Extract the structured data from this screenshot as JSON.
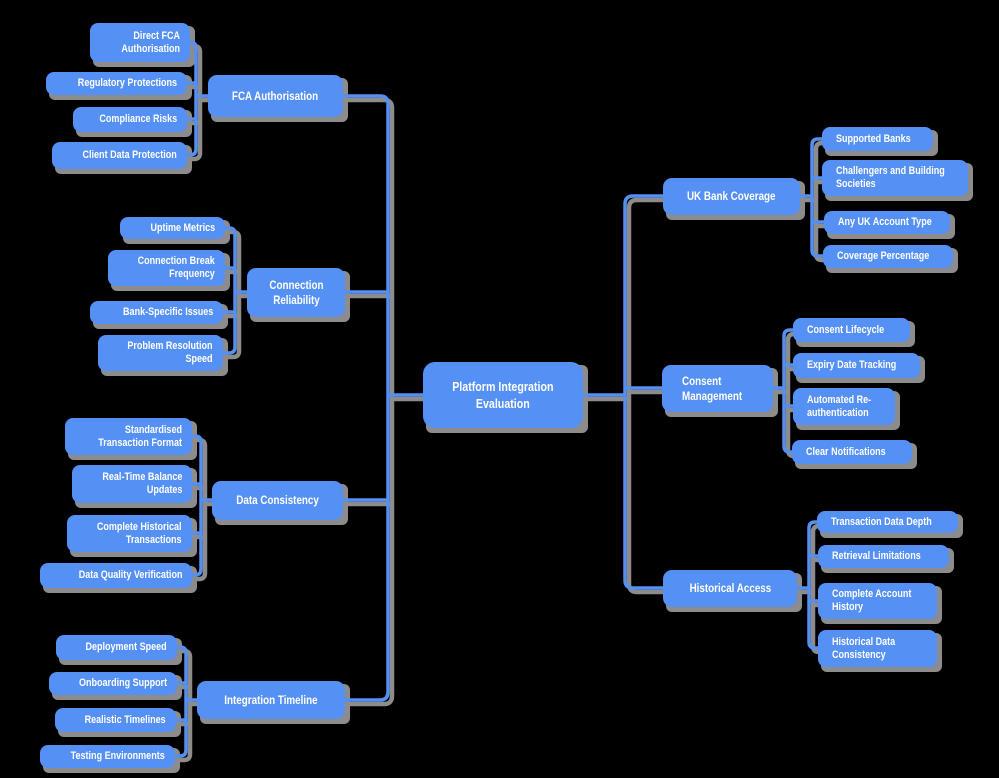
{
  "mindmap": {
    "center": {
      "label": "Platform Integration Evaluation"
    },
    "left": [
      {
        "label": "FCA Authorisation",
        "children": [
          "Direct FCA Authorisation",
          "Regulatory Protections",
          "Compliance Risks",
          "Client Data Protection"
        ]
      },
      {
        "label": "Connection Reliability",
        "children": [
          "Uptime Metrics",
          "Connection Break Frequency",
          "Bank-Specific Issues",
          "Problem Resolution Speed"
        ]
      },
      {
        "label": "Data Consistency",
        "children": [
          "Standardised Transaction Format",
          "Real-Time Balance Updates",
          "Complete Historical Transactions",
          "Data Quality Verification"
        ]
      },
      {
        "label": "Integration Timeline",
        "children": [
          "Deployment Speed",
          "Onboarding Support",
          "Realistic Timelines",
          "Testing Environments"
        ]
      }
    ],
    "right": [
      {
        "label": "UK Bank Coverage",
        "children": [
          "Supported Banks",
          "Challengers and Building Societies",
          "Any UK Account Type",
          "Coverage Percentage"
        ]
      },
      {
        "label": "Consent Management",
        "children": [
          "Consent Lifecycle",
          "Expiry Date Tracking",
          "Automated Re-authentication",
          "Clear Notifications"
        ]
      },
      {
        "label": "Historical Access",
        "children": [
          "Transaction Data Depth",
          "Retrieval Limitations",
          "Complete Account History",
          "Historical Data Consistency"
        ]
      }
    ]
  },
  "colors": {
    "node_fill": "#5590F5",
    "line": "#5590F0",
    "shadow": "#8C8C8C",
    "text": "#FFFFFF",
    "background": "#000000"
  }
}
